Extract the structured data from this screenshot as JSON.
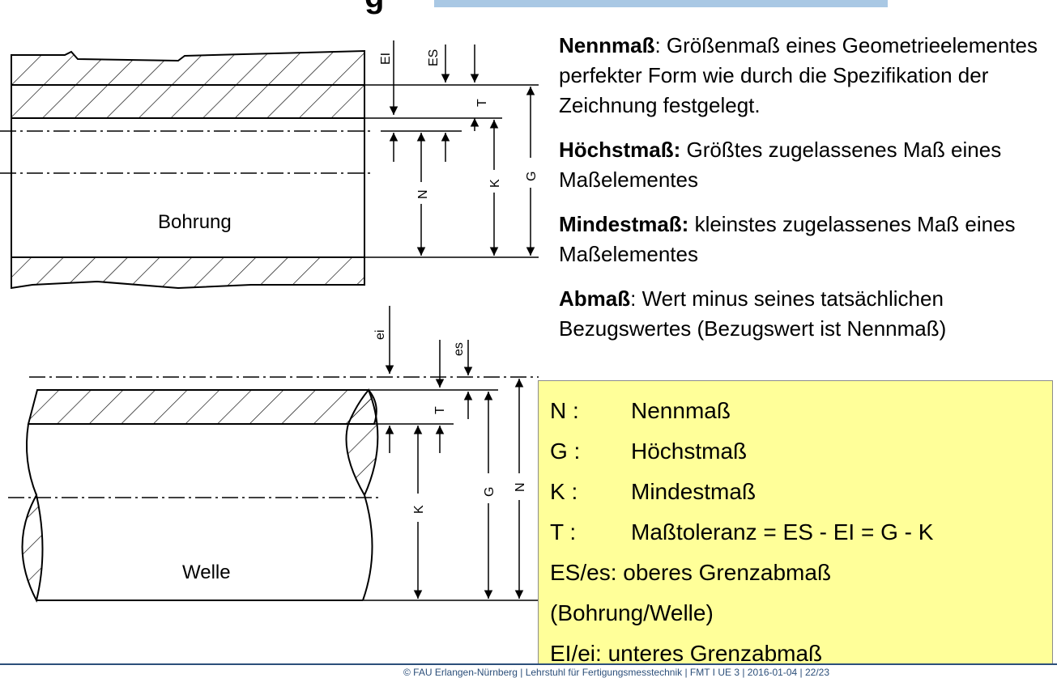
{
  "header": {
    "title_fragment": "g"
  },
  "diagram": {
    "bohrung_label": "Bohrung",
    "welle_label": "Welle",
    "bohrung_dims": {
      "EI": "EI",
      "ES": "ES",
      "T": "T",
      "N": "N",
      "K": "K",
      "G": "G"
    },
    "welle_dims": {
      "ei": "ei",
      "es": "es",
      "T": "T",
      "K": "K",
      "G": "G",
      "N": "N"
    }
  },
  "definitions": [
    {
      "term": "Nennmaß",
      "text": ": Größenmaß eines Geometrieelementes perfekter Form wie durch die Spezifikation der Zeichnung festgelegt."
    },
    {
      "term": "Höchstmaß:",
      "text": " Größtes zugelassenes Maß eines Maßelementes"
    },
    {
      "term": "Mindestmaß:",
      "text": " kleinstes zugelassenes Maß eines Maßelementes"
    },
    {
      "term": "Abmaß",
      "text": ": Wert minus seines tatsächlichen Bezugswertes (Bezugswert ist Nennmaß)"
    }
  ],
  "legend": {
    "rows": [
      {
        "key": "N :",
        "value": "Nennmaß"
      },
      {
        "key": "G :",
        "value": "Höchstmaß"
      },
      {
        "key": "K :",
        "value": "Mindestmaß"
      },
      {
        "key": "T :",
        "value": "Maßtoleranz = ES - EI = G - K"
      }
    ],
    "es_line1": "ES/es: oberes Grenzabmaß",
    "es_line2": "(Bohrung/Welle)",
    "ei_line": "EI/ei:  unteres Grenzabmaß"
  },
  "footer": {
    "text": "©  FAU Erlangen-Nürnberg  |  Lehrstuhl für Fertigungsmesstechnik  |  FMT I UE 3  |  2016-01-04  |  22/23"
  },
  "colors": {
    "title_bar": "#a9c8e4",
    "legend_bg": "#ffff99",
    "footer": "#2c4f7a"
  }
}
